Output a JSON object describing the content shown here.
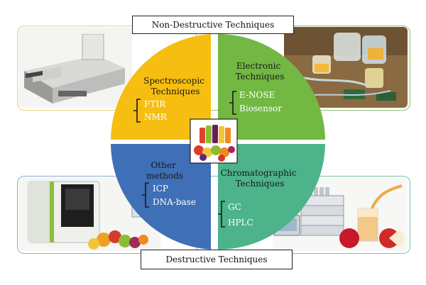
{
  "top_label": "Non-Destructive Techniques",
  "bottom_label": "Destructive Techniques",
  "colors": {
    "spectroscopic": "#F6BE10",
    "electronic": "#72B843",
    "other": "#3E6FB7",
    "chromatographic": "#4DB38A",
    "frame_yellow": "#E8D77A",
    "frame_green": "#8CC76A",
    "frame_blue": "#8FA9D6",
    "frame_teal": "#7CC3A6"
  },
  "quadrants": {
    "spectroscopic": {
      "title": [
        "Spectroscopic",
        "Techniques"
      ],
      "items": [
        "FTIR",
        "NMR"
      ]
    },
    "electronic": {
      "title": [
        "Electronic",
        "Techniques"
      ],
      "items": [
        "E-NOSE",
        "Biosensor"
      ]
    },
    "other": {
      "title": [
        "Other",
        "methods"
      ],
      "items": [
        "ICP",
        "DNA-base"
      ]
    },
    "chromatographic": {
      "title": [
        "Chromatographic",
        "Techniques"
      ],
      "items": [
        "GC",
        "HPLC"
      ]
    }
  },
  "icons": {
    "top_left": "ftir-spectrometer-photo",
    "top_right": "electronic-nose-setup-photo",
    "bottom_left": "icp-instrument-with-fruits-photo",
    "bottom_right": "hplc-system-with-juice-photo",
    "center": "fruit-juices-photo"
  }
}
